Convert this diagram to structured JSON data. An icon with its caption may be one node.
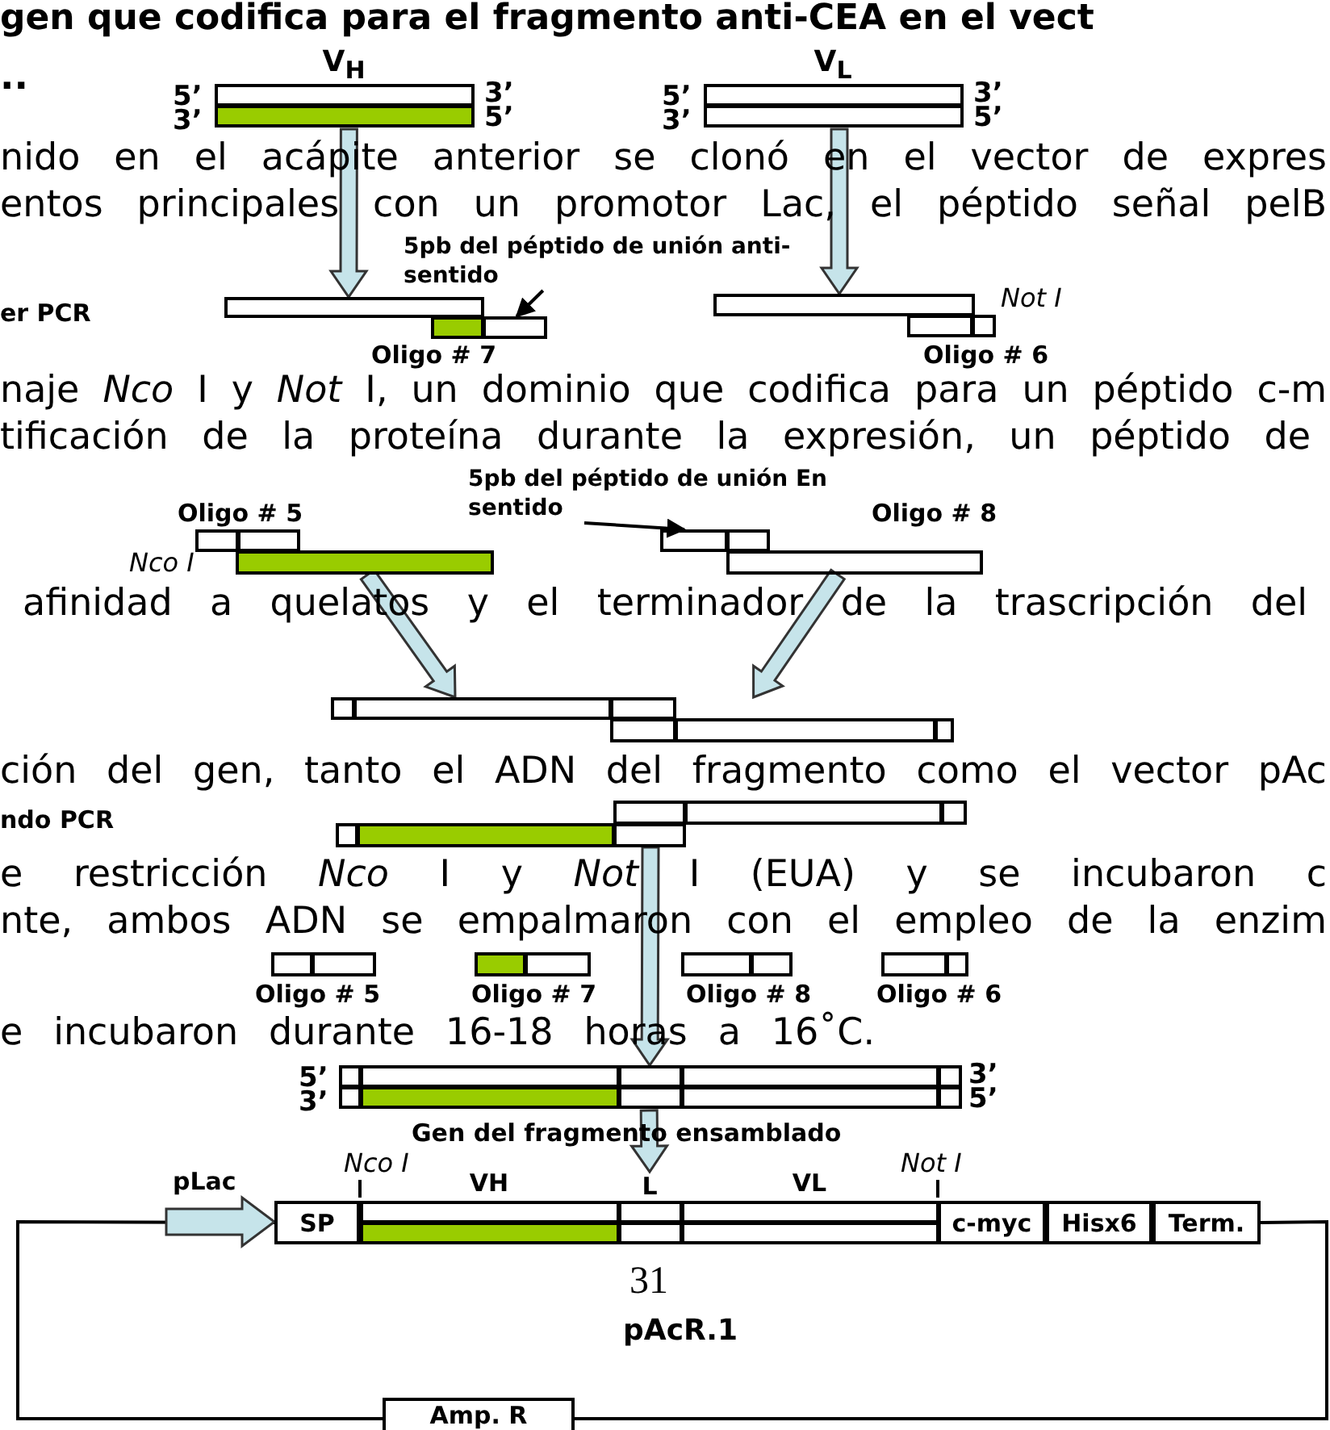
{
  "diagram": {
    "title": "gen que codifica para el fragmento anti-CEA en el vect",
    "nodes": [
      {
        "text": [
          "V$_{H}$"
        ],
        "beside": [
          "5’",
          "3’",
          "3’",
          "5’"
        ]
      },
      {
        "text": [
          "V$_{L}$"
        ],
        "beside": [
          "5’",
          "3’",
          "3’",
          "5’"
        ]
      },
      {
        "text": [
          "5pb del péptido de unión anti-sentido"
        ]
      },
      {
        "text": [],
        "shape": "bar",
        "beside": [
          "Oligo # 7"
        ]
      },
      {
        "text": [],
        "shape": "bar",
        "beside": [
          "Not I",
          "Oligo # 6"
        ]
      },
      {
        "text": [
          "5pb del péptido de unión En sentido"
        ]
      },
      {
        "text": [],
        "shape": "bar",
        "beside": [
          "Oligo # 5",
          "Nco I"
        ]
      },
      {
        "text": [],
        "shape": "bar",
        "beside": [
          "Oligo # 8"
        ]
      },
      {
        "text": [],
        "shape": "bar"
      },
      {
        "text": [],
        "shape": "bar"
      },
      {
        "text": [],
        "shape": "bar",
        "beside": [
          "5’",
          "3’",
          "3’",
          "5’",
          "Gen del fragmento ensamblado"
        ]
      },
      {
        "text": [
          "SP"
        ]
      },
      {
        "text": [
          "VH"
        ]
      },
      {
        "text": [
          "L"
        ]
      },
      {
        "text": [
          "VL"
        ]
      },
      {
        "text": [
          "c-myc"
        ]
      },
      {
        "text": [
          "Hisx6"
        ]
      },
      {
        "text": [
          "Term."
        ]
      },
      {
        "text": [
          "Amp. R"
        ]
      },
      {
        "text": [],
        "shape": "bar",
        "beside": [
          "Oligo # 5"
        ]
      },
      {
        "text": [],
        "shape": "bar",
        "beside": [
          "Oligo # 7"
        ]
      },
      {
        "text": [],
        "shape": "bar",
        "beside": [
          "Oligo # 8"
        ]
      },
      {
        "text": [],
        "shape": "bar",
        "beside": [
          "Oligo # 6"
        ]
      }
    ],
    "edges": [
      {
        "from": 0,
        "to": 3,
        "arrow": "to",
        "style": "thick"
      },
      {
        "from": 1,
        "to": 4,
        "arrow": "to",
        "style": "thick"
      },
      {
        "from": 2,
        "to": 3,
        "arrow": "to"
      },
      {
        "from": 5,
        "to": 7,
        "arrow": "to"
      },
      {
        "from": 6,
        "to": 8,
        "arrow": "to",
        "style": "thick"
      },
      {
        "from": 7,
        "to": 8,
        "arrow": "to",
        "style": "thick"
      },
      {
        "from": 9,
        "to": 10,
        "arrow": "to",
        "style": "thick"
      },
      {
        "from": 10,
        "to": 13,
        "arrow": "to",
        "style": "thick"
      },
      {
        "from": 18,
        "to": 11,
        "arrow": "none"
      },
      {
        "from": 17,
        "to": 18,
        "arrow": "none"
      }
    ],
    "labels": [
      "..",
      "nido en el acápite anterior se clonó en el vector de expres",
      "entos principales con un promotor Lac, el péptido señal pelB",
      "er PCR",
      "naje *Nco* I y *Not* I, un dominio que codifica para un péptido c-m",
      "tificación de la proteína durante la expresión, un péptido de",
      "afinidad a quelatos y el terminador de la trascripción del",
      "ción del gen, tanto el ADN del fragmento como el vector pAc",
      "ndo PCR",
      "e restricción *Nco* I y *Not* I (EUA) y se incubaron c",
      "nte, ambos ADN se empalmaron con el empleo de la enzim",
      "e incubaron durante 16-18 horas a 16˚C.",
      "Nco I",
      "Not I",
      "pLac",
      "31",
      "pAcR.1"
    ]
  }
}
